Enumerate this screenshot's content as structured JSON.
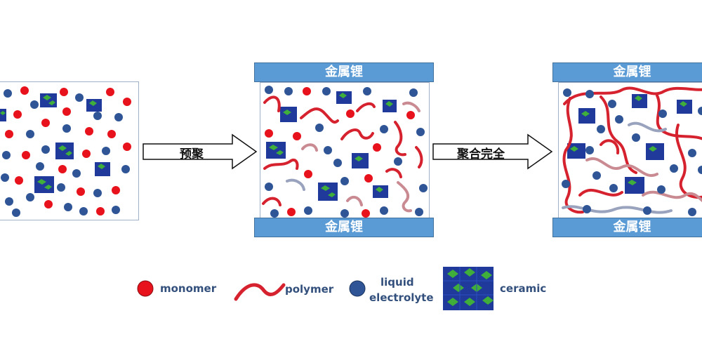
{
  "colors": {
    "monomer": "#e8121c",
    "electrolyte": "#2f5597",
    "electrode": "#5b9bd5",
    "polymer": "#d6222e",
    "ceramic_blue": "#1f3a9a",
    "ceramic_green": "#3fae3a"
  },
  "panels": {
    "middle": {
      "top_electrode_label": "金属锂",
      "bottom_electrode_label": "金属锂"
    },
    "right": {
      "top_electrode_label": "金属锂",
      "bottom_electrode_label": "金属锂"
    }
  },
  "arrows": [
    {
      "label": "预聚"
    },
    {
      "label": "聚合完全"
    }
  ],
  "legend": {
    "monomer": "monomer",
    "polymer": "polymer",
    "liquid_line1": "liquid",
    "liquid_line2": "electrolyte",
    "ceramic": "ceramic"
  }
}
